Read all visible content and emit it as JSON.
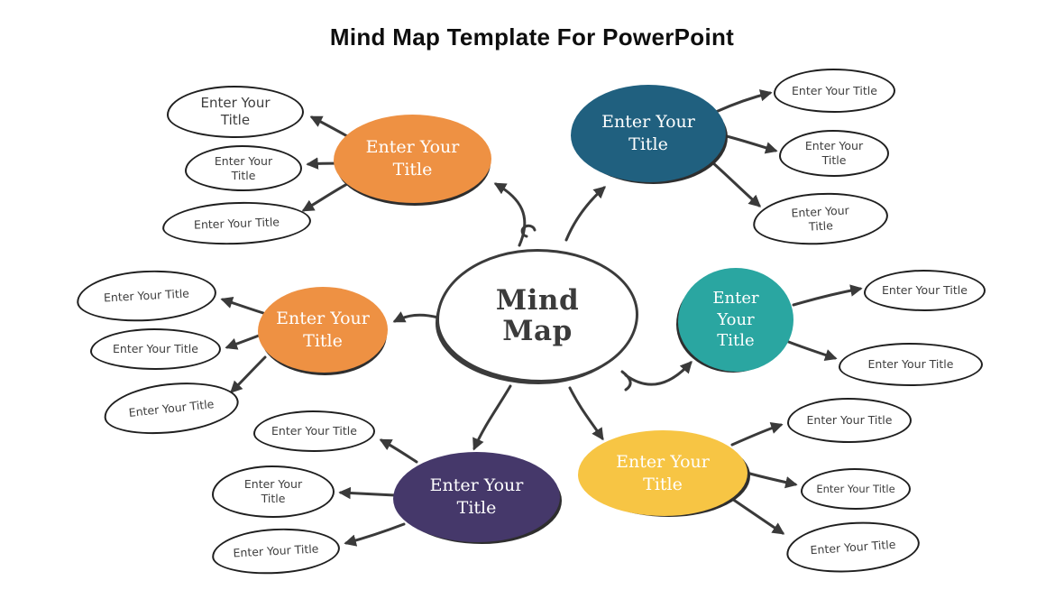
{
  "title": "Mind Map Template For PowerPoint",
  "center": {
    "label": "Mind Map"
  },
  "colors": {
    "orange": "#EE9143",
    "dark_blue": "#20607F",
    "teal": "#2AA6A1",
    "purple": "#45386A",
    "yellow": "#F7C544",
    "outline": "#3a3a3a",
    "leaf_border": "#1f1f1f",
    "background": "#ffffff"
  },
  "branches": [
    {
      "name": "top-left",
      "label": "Enter Your Title",
      "color": "#EE9143",
      "leaves": [
        {
          "label": "Enter Your Title"
        },
        {
          "label": "Enter Your Title"
        },
        {
          "label": "Enter Your Title"
        }
      ]
    },
    {
      "name": "top-right",
      "label": "Enter Your Title",
      "color": "#20607F",
      "leaves": [
        {
          "label": "Enter Your Title"
        },
        {
          "label": "Enter Your Title"
        },
        {
          "label": "Enter Your Title"
        }
      ]
    },
    {
      "name": "right",
      "label": "Enter Your Title",
      "color": "#2AA6A1",
      "leaves": [
        {
          "label": "Enter Your Title"
        },
        {
          "label": "Enter Your Title"
        }
      ]
    },
    {
      "name": "left",
      "label": "Enter Your Title",
      "color": "#EE9143",
      "leaves": [
        {
          "label": "Enter Your Title"
        },
        {
          "label": "Enter Your Title"
        },
        {
          "label": "Enter Your Title"
        }
      ]
    },
    {
      "name": "bottom-left",
      "label": "Enter Your Title",
      "color": "#45386A",
      "leaves": [
        {
          "label": "Enter Your Title"
        },
        {
          "label": "Enter Your Title"
        },
        {
          "label": "Enter Your Title"
        }
      ]
    },
    {
      "name": "bottom-right",
      "label": "Enter Your Title",
      "color": "#F7C544",
      "leaves": [
        {
          "label": "Enter Your Title"
        },
        {
          "label": "Enter Your Title"
        },
        {
          "label": "Enter Your Title"
        }
      ]
    }
  ]
}
